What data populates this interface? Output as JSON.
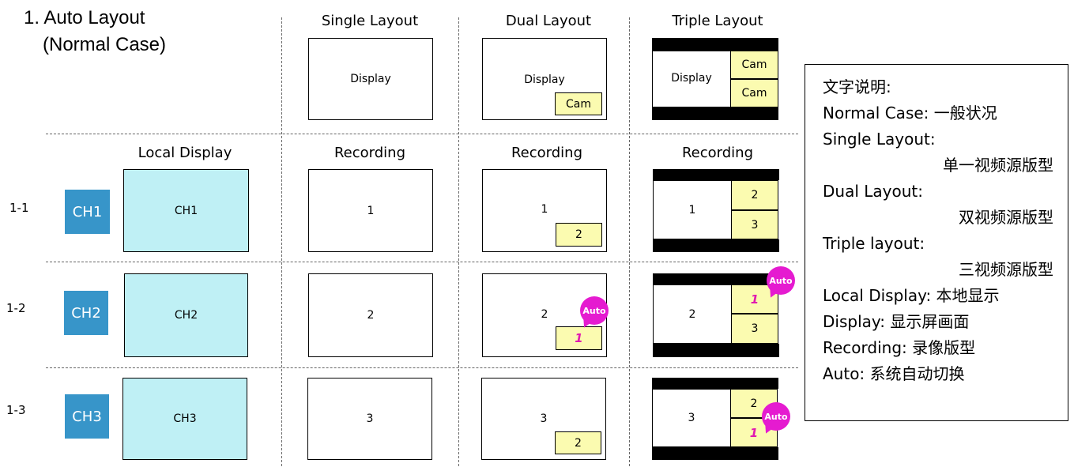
{
  "title": {
    "line1": "1. Auto Layout",
    "line2": "(Normal Case)"
  },
  "headers": {
    "single": "Single Layout",
    "dual": "Dual Layout",
    "triple": "Triple Layout",
    "local_display": "Local Display",
    "recording": "Recording"
  },
  "top_row": {
    "display": "Display",
    "cam": "Cam"
  },
  "rows": [
    {
      "label": "1-1",
      "channel": "CH1",
      "local": "CH1",
      "single": "1",
      "dual_main": "1",
      "dual_pip": "2",
      "triple_main": "1",
      "triple_top": "2",
      "triple_bottom": "3"
    },
    {
      "label": "1-2",
      "channel": "CH2",
      "local": "CH2",
      "single": "2",
      "dual_main": "2",
      "dual_pip": "1",
      "triple_main": "2",
      "triple_top": "1",
      "triple_bottom": "3"
    },
    {
      "label": "1-3",
      "channel": "CH3",
      "local": "CH3",
      "single": "3",
      "dual_main": "3",
      "dual_pip": "2",
      "triple_main": "3",
      "triple_top": "2",
      "triple_bottom": "1"
    }
  ],
  "auto_badge": "Auto",
  "legend": {
    "title": "文字说明:",
    "lines": [
      "Normal Case: 一般状况",
      "Single Layout:",
      "单一视频源版型",
      "Dual Layout:",
      "双视频源版型",
      "Triple layout:",
      "三视频源版型",
      "Local Display: 本地显示",
      "Display: 显示屏画面",
      "Recording: 录像版型",
      "Auto: 系统自动切换"
    ]
  },
  "colors": {
    "channel_button": "#3795c9",
    "local_fill": "#bff0f5",
    "cam_fill": "#fbfbb0",
    "auto_badge": "#e51bd0"
  }
}
